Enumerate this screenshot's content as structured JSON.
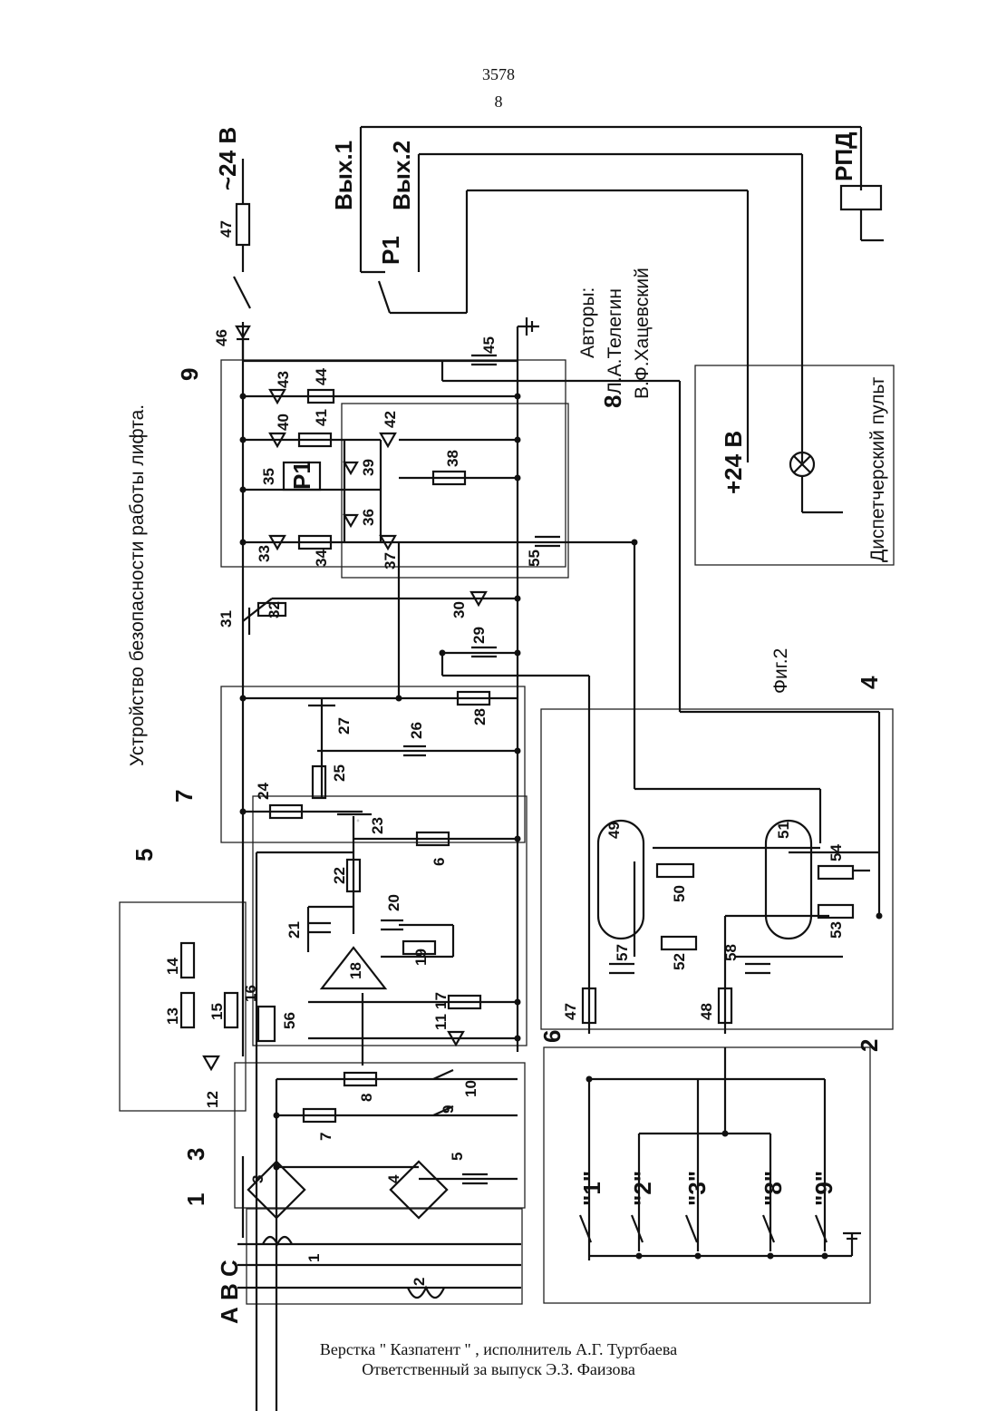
{
  "header": {
    "patent_number": "3578",
    "page_number": "8"
  },
  "footer": {
    "line1": "Верстка \" Казпатент \" , исполнитель А.Г. Туртбаева",
    "line2": "Ответственный за выпуск  Э.З. Фаизова"
  },
  "diagram": {
    "device_caption": "Устройство безопасности работы лифта.",
    "figure_caption": "Фиг.2",
    "authors_heading": "Авторы:",
    "author_1": "Л.А.Телегин",
    "author_2": "В.Ф.Хацевский",
    "supply_ac": "~24 В",
    "supply_dc": "+24 В",
    "dispatcher_panel": "Диспетчерский пульт",
    "output_1": "Вых.1",
    "output_2": "Вых.2",
    "relay_rpd": "РПД",
    "relay_p1": "Р1",
    "relay_p1_coil": "Р1",
    "phases": "А В С",
    "block_labels": [
      "1",
      "2",
      "3",
      "4",
      "5",
      "6",
      "7",
      "8",
      "9"
    ],
    "floor_buttons": [
      "\"1\"",
      "\"2\"",
      "\"3\"",
      "\"8\"",
      "\"9\""
    ],
    "component_labels": [
      "1",
      "2",
      "3",
      "4",
      "5",
      "7",
      "8",
      "9",
      "10",
      "11",
      "12",
      "13",
      "14",
      "15",
      "16",
      "17",
      "18",
      "19",
      "20",
      "21",
      "22",
      "6",
      "23",
      "24",
      "25",
      "26",
      "27",
      "28",
      "29",
      "30",
      "31",
      "32",
      "33",
      "34",
      "36",
      "35",
      "37",
      "38",
      "39",
      "40",
      "41",
      "42",
      "43",
      "44",
      "45",
      "46",
      "47",
      "47",
      "48",
      "49",
      "50",
      "51",
      "52",
      "53",
      "54",
      "55",
      "56",
      "57",
      "58"
    ]
  }
}
